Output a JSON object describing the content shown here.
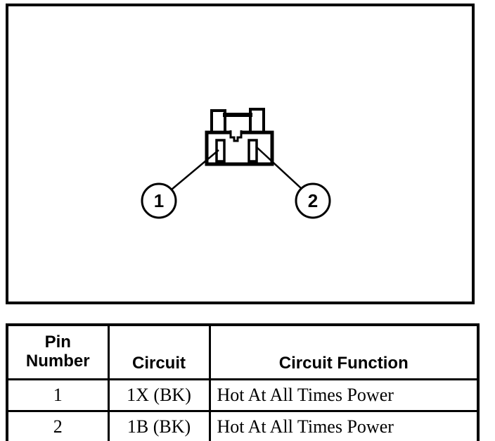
{
  "colors": {
    "ink": "#000000",
    "paper": "#ffffff"
  },
  "diagram": {
    "description": "Two-cavity connector face view with numbered pin callouts",
    "pins": [
      {
        "label": "1"
      },
      {
        "label": "2"
      }
    ]
  },
  "table": {
    "header": {
      "pin_line1": "Pin",
      "pin_line2": "Number",
      "circuit": "Circuit",
      "function": "Circuit Function"
    },
    "rows": [
      {
        "pin": "1",
        "circuit": "1X (BK)",
        "function": "Hot At All Times Power"
      },
      {
        "pin": "2",
        "circuit": "1B (BK)",
        "function": "Hot At All Times Power"
      }
    ]
  }
}
